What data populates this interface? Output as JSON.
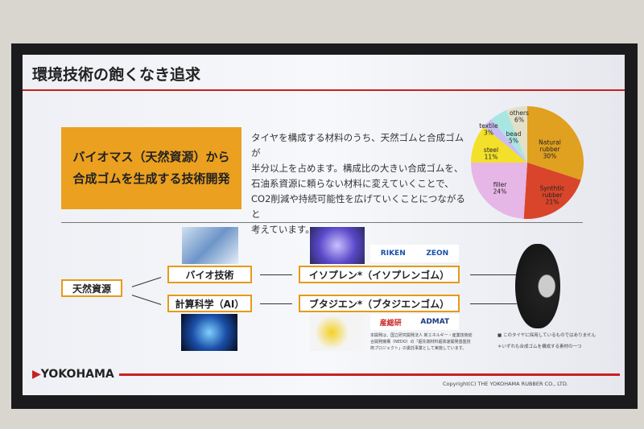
{
  "slide": {
    "title": "環境技術の飽くなき追求",
    "headline": [
      "バイオマス（天然資源）から",
      "合成ゴムを生成する技術開発"
    ],
    "description": [
      "タイヤを構成する材料のうち、天然ゴムと合成ゴムが",
      "半分以上を占めます。構成比の大きい合成ゴムを、",
      "石油系資源に頼らない材料に変えていくことで、",
      "CO2削減や持続可能性を広げていくことにつながると",
      "考えています。"
    ],
    "flow": {
      "source": "天然資源",
      "tech1": "バイオ技術",
      "tech2": "計算科学（AI）",
      "product1": "イソプレン*（イソプレンゴム）",
      "product2": "ブタジエン*（ブタジエンゴム）"
    },
    "partners": [
      "RIKEN",
      "ZEON",
      "産総研",
      "ADMAT"
    ],
    "footnote": [
      "本開発は、国立研究開発法人 新エネルギー・産業技術総",
      "合開発機構（NEDO）の「超先端材料超高速開発基盤技",
      "術プロジェクト」の委託事業として実施しています。"
    ],
    "tire_notes": [
      "■ このタイヤに採用しているものではありません",
      "＊いずれも合成ゴムを構成する素材の一つ"
    ],
    "logo": "YOKOHAMA",
    "copyright": "Copyright(C) THE YOKOHAMA RUBBER CO., LTD."
  },
  "chart_data": {
    "type": "pie",
    "start": "top",
    "direction": "clockwise",
    "slices": [
      {
        "label": "Natural rubber",
        "value": 30,
        "color": "#e0a020"
      },
      {
        "label": "Synthtic rubber",
        "value": 21,
        "color": "#d9452a"
      },
      {
        "label": "filler",
        "value": 24,
        "color": "#e6b6e6"
      },
      {
        "label": "steel",
        "value": 11,
        "color": "#f2e02a"
      },
      {
        "label": "textile",
        "value": 3,
        "color": "#c9bdf2"
      },
      {
        "label": "bead",
        "value": 5,
        "color": "#a9e6e2"
      },
      {
        "label": "others",
        "value": 6,
        "color": "#e4e0c8"
      }
    ]
  }
}
